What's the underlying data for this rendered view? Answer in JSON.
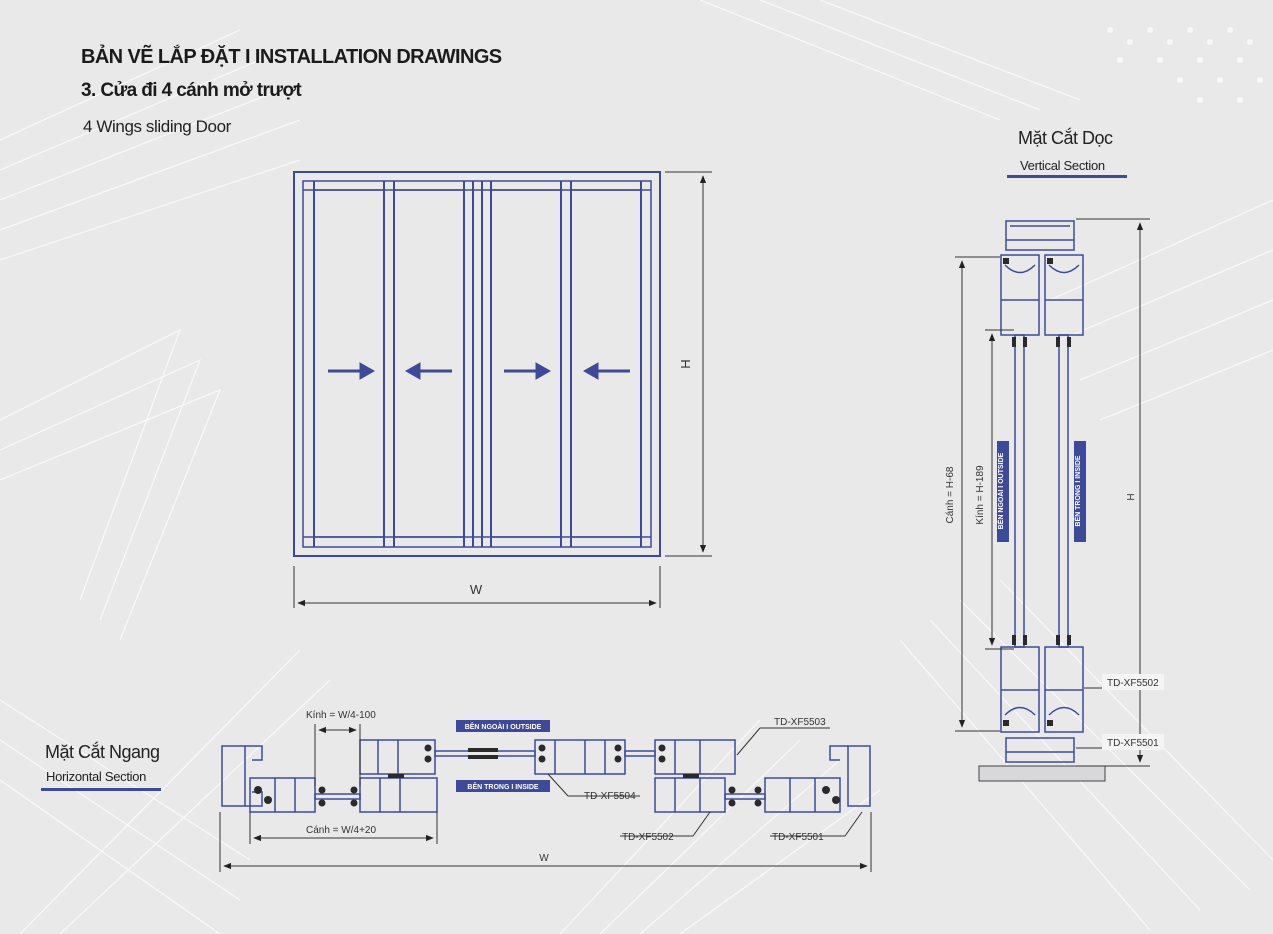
{
  "header": {
    "title": "BẢN VẼ LẮP ĐẶT  I  INSTALLATION DRAWINGS",
    "subtitle": "3. Cửa đi 4 cánh mở trượt",
    "caption": "4 Wings sliding Door"
  },
  "elevation": {
    "width_label": "W",
    "height_label": "H"
  },
  "vertical_section": {
    "title": "Mặt Cắt Dọc",
    "subtitle": "Vertical Section",
    "dim_sash": "Cánh = H-68",
    "dim_glass": "Kính = H-189",
    "dim_height": "H",
    "outside_tag": "BÊN NGOÀI  I  OUTSIDE",
    "inside_tag": "BÊN TRONG  I  INSIDE",
    "code_top": "TD-XF5502",
    "code_bottom": "TD-XF5501"
  },
  "horizontal_section": {
    "title": "Mặt Cắt Ngang",
    "subtitle": "Horizontal Section",
    "dim_glass": "Kính = W/4-100",
    "dim_sash": "Cánh = W/4+20",
    "dim_width": "W",
    "outside_tag": "BÊN NGOÀI  I  OUTSIDE",
    "inside_tag": "BÊN TRONG  I  INSIDE",
    "code_5503": "TD-XF5503",
    "code_5504": "TD-XF5504",
    "code_5502": "TD-XF5502",
    "code_5501": "TD-XF5501"
  },
  "colors": {
    "frame": "#3d4a9a",
    "tag": "#3d4a9a",
    "line": "#333333",
    "background": "#e9e9ea"
  }
}
